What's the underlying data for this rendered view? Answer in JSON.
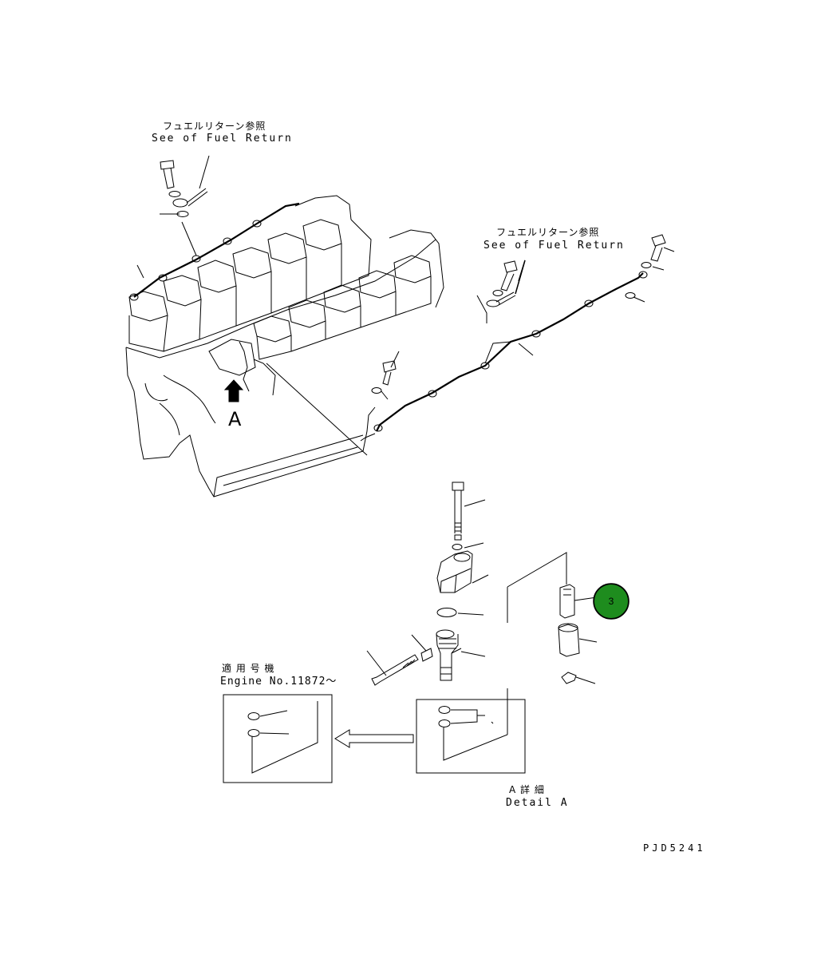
{
  "diagram": {
    "fuel_return_ref_1": {
      "jp": "フュエルリターン参照",
      "en": "See of Fuel Return"
    },
    "fuel_return_ref_2": {
      "jp": "フュエルリターン参照",
      "en": "See of Fuel Return"
    },
    "view_arrow_label": "A",
    "applicable_engine": {
      "jp": "適 用 号 機",
      "en": "Engine No.11872～"
    },
    "detail_label": {
      "jp": "A 詳 細",
      "en": "Detail A"
    },
    "callout": {
      "number": "3",
      "color": "#1e8c1e"
    },
    "drawing_number": "PJD5241"
  }
}
